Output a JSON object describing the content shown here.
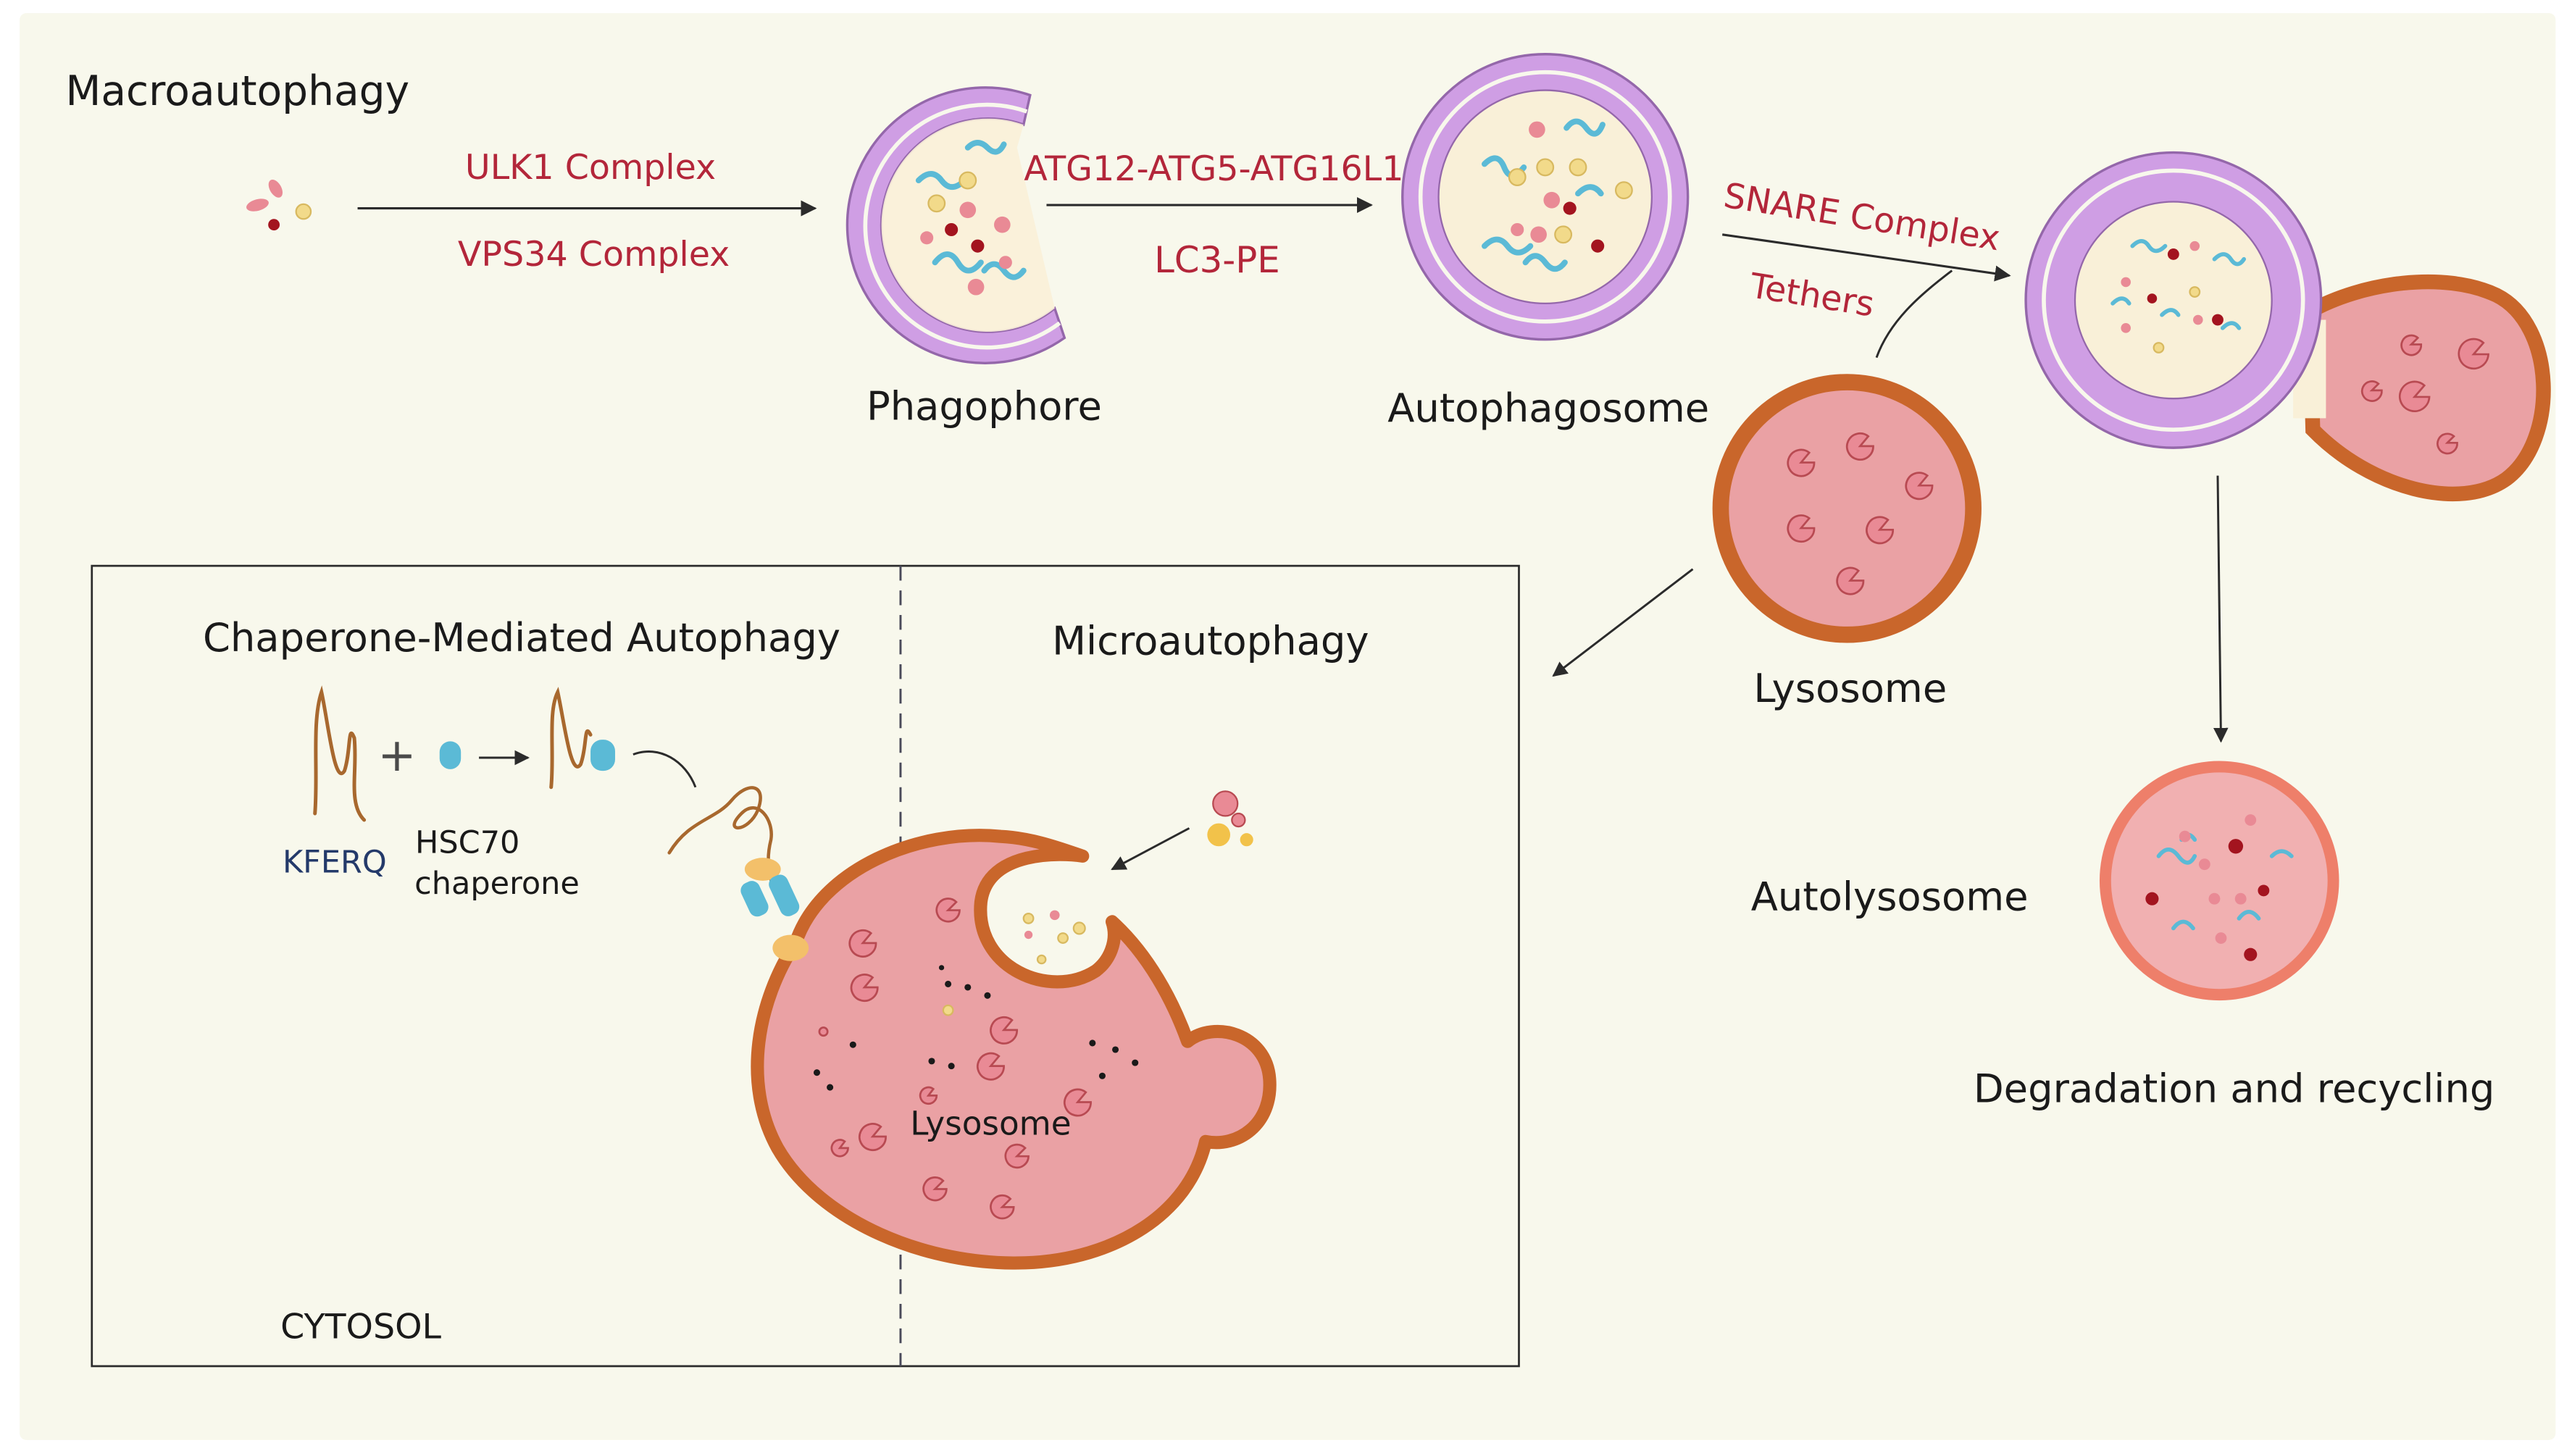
{
  "colors": {
    "background": "#f8f8ec",
    "membrane": "#cf9ee4",
    "membrane_stroke": "#9467aa",
    "lysosome_fill": "#eaa1a4",
    "lysosome_rim": "#c9662b",
    "autolysosome_rim": "#ee7f6a",
    "text_red": "#b3263a",
    "cyan": "#5bbad6",
    "yellow": "#f2da8a",
    "red_dot": "#a3141f",
    "pink_dot": "#e98a95"
  },
  "title": "Macroautophagy",
  "arrows": {
    "step1_top": "ULK1 Complex",
    "step1_bottom": "VPS34 Complex",
    "step2_top": "ATG12-ATG5-ATG16L1",
    "step2_bottom": "LC3-PE",
    "step3_top": "SNARE Complex",
    "step3_bottom": "Tethers"
  },
  "structures": {
    "phagophore": "Phagophore",
    "autophagosome": "Autophagosome",
    "lysosome": "Lysosome",
    "autolysosome": "Autolysosome",
    "degradation": "Degradation and recycling"
  },
  "panel": {
    "cma_title": "Chaperone-Mediated Autophagy",
    "micro_title": "Microautophagy",
    "kferq": "KFERQ",
    "hsc70_line1": "HSC70",
    "hsc70_line2": "chaperone",
    "lysosome": "Lysosome",
    "cytosol": "CYTOSOL"
  }
}
